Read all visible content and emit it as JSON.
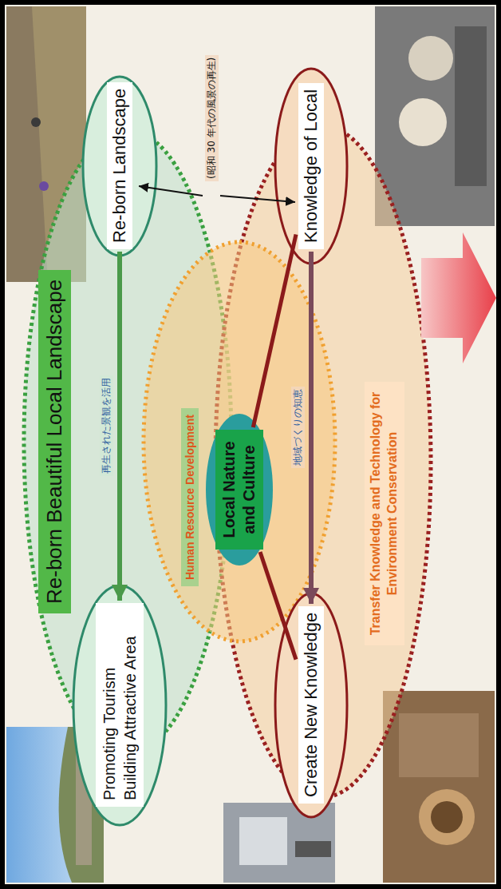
{
  "diagram": {
    "nodes": [
      {
        "text": [
          "Re-born Beautiful Local Landscape"
        ]
      },
      {
        "text": [
          "Re-born Landscape"
        ]
      },
      {
        "text": [
          "Promoting Tourism Building Attractive Area"
        ]
      },
      {
        "text": [
          "Human Resource Development"
        ]
      },
      {
        "text": [
          "Local Nature and Culture"
        ]
      },
      {
        "text": [
          "Knowledge of Local"
        ]
      },
      {
        "text": [
          "Create New Knowledge"
        ]
      },
      {
        "text": [
          "Transfer Knowledge and Technology for Environment Conservation"
        ]
      }
    ],
    "edges": [
      {
        "from": 1,
        "to": 2,
        "label": "再生された景観を活用",
        "arrow": "to"
      },
      {
        "from": 5,
        "to": 6,
        "label": "地域づくりの知恵",
        "arrow": "to"
      },
      {
        "from": 4,
        "to": 5,
        "arrow": "none"
      },
      {
        "from": 4,
        "to": 6,
        "arrow": "none"
      }
    ],
    "labels": [
      "(昭和 30 年代の風景の再生)"
    ]
  }
}
